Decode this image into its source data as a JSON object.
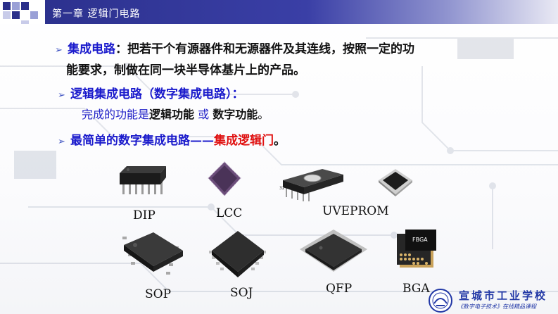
{
  "header": {
    "title": "第一章   逻辑门电路"
  },
  "bullets": {
    "b1_term": "集成电路",
    "b1_rest_line1": "：把若干个有源器件和无源器件及其连线，按照一定的功",
    "b1_line2": "能要求，制做在同一块半导体基片上的产品。",
    "b2_text": "逻辑集成电路（数字集成电路）：",
    "b2_sub_prefix": "完成的功能是",
    "b2_sub_func1": "逻辑功能",
    "b2_sub_or": " 或 ",
    "b2_sub_func2": "数字功能",
    "b2_sub_end": "。",
    "b3_text": "最简单的数字集成电路——",
    "b3_highlight": "集成逻辑门",
    "b3_end": "。"
  },
  "packages": {
    "dip": "DIP",
    "lcc": "LCC",
    "uveprom": "UVEPROM",
    "uveprom_pin": "32",
    "sop": "SOP",
    "soj": "SOJ",
    "qfp": "QFP",
    "bga": "BGA",
    "fbga_marking": "FBGA"
  },
  "school": {
    "name": "宣城市工业学校",
    "course": "《数字电子技术》在线精品课程"
  },
  "colors": {
    "header_bar": "#2a2f8a",
    "term_blue": "#1a1acc",
    "highlight_red": "#e01010",
    "bullet_arrow": "#3a4fc0"
  },
  "icons": {
    "bullet": "arrow-bullet-icon",
    "header_logo": "checker-squares-logo",
    "school_logo": "school-emblem-icon"
  }
}
